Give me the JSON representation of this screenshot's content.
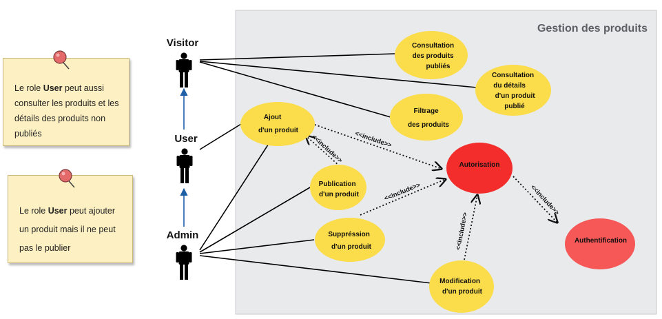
{
  "system": {
    "title": "Gestion des produits"
  },
  "actors": {
    "visitor": "Visitor",
    "user": "User",
    "admin": "Admin"
  },
  "use_cases": {
    "consultation_produits": [
      "Consultation",
      "des produits",
      "publiés"
    ],
    "consultation_details": [
      "Consultation",
      "du détails",
      "d'un  produit",
      "publié"
    ],
    "filtrage": [
      "Filtrage",
      "des produits"
    ],
    "ajout": [
      "Ajout",
      "d'un produit"
    ],
    "publication": [
      "Publication",
      "d'un produit"
    ],
    "suppression": [
      "Suppréssion",
      "d'un produit"
    ],
    "modification": [
      "Modification",
      "d'un  produit"
    ],
    "autorisation": [
      "Autorisation"
    ],
    "authentification": [
      "Authentification"
    ]
  },
  "relation_label": "<<include>>",
  "notes": {
    "note1": {
      "pre": "Le role ",
      "bold": "User",
      "post": "  peut aussi consulter  les produits  et les détails des produits non publiés"
    },
    "note2": {
      "pre": "Le role ",
      "bold": "User",
      "post": "  peut ajouter un produit mais il ne  peut pas le publier"
    }
  },
  "colors": {
    "usecase": "#fbdc4a",
    "autorisation": "#f32c2c",
    "authentification": "#f65757",
    "system_bg": "#e9eaec",
    "generalization": "#1f5fa8",
    "note_bg": "#fdf0c2",
    "pin": "#e46a6a"
  }
}
